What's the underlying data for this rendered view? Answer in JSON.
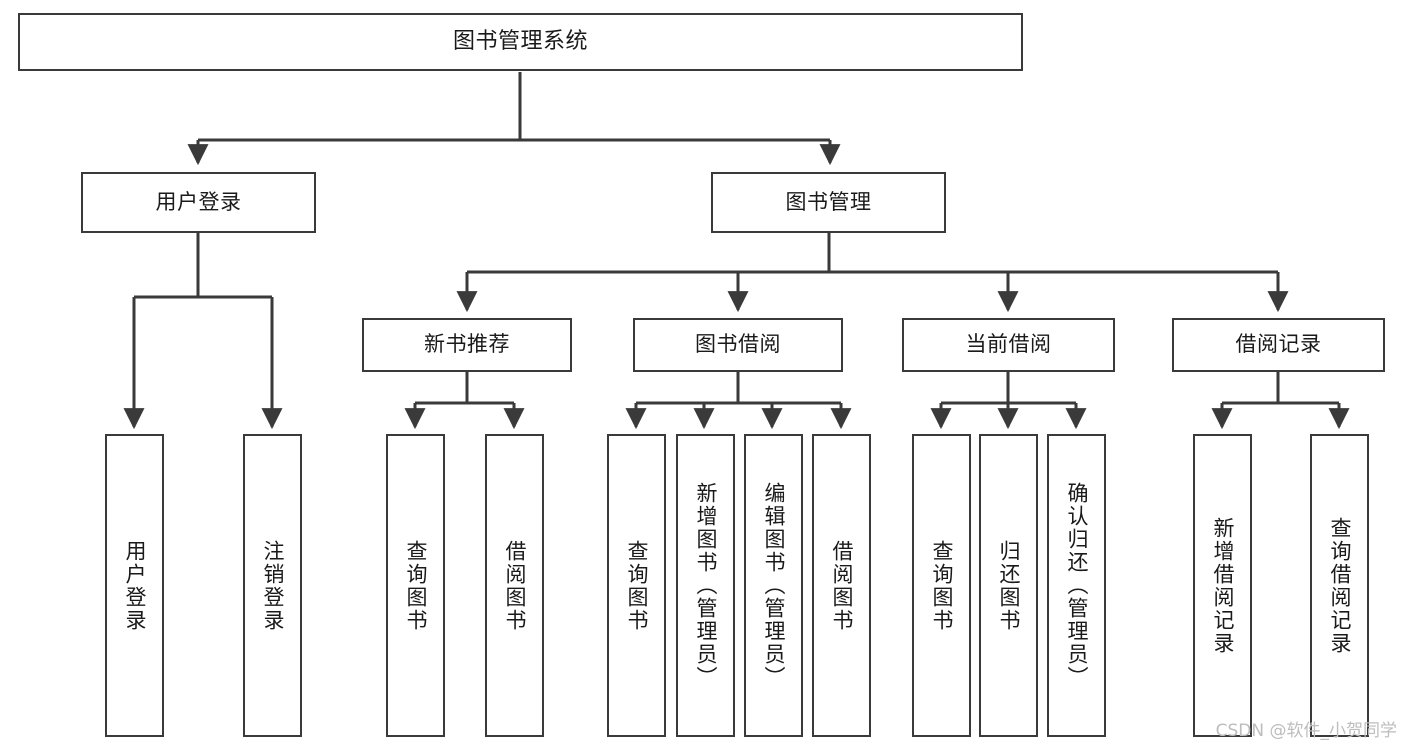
{
  "diagram": {
    "title": "图书管理系统",
    "type": "tree",
    "watermark": "CSDN @软件_小贺同学",
    "colors": {
      "border": "#3a3a3a",
      "fill": "#ffffff",
      "text": "#1a1a1a",
      "edge": "#3a3a3a",
      "watermark": "#bdbdbd",
      "background": "#ffffff"
    },
    "levels": {
      "level0": [
        {
          "id": "root",
          "label": "图书管理系统"
        }
      ],
      "level1": [
        {
          "id": "user-login",
          "label": "用户登录"
        },
        {
          "id": "book-manage",
          "label": "图书管理"
        }
      ],
      "level2": [
        {
          "id": "new-book-rec",
          "label": "新书推荐"
        },
        {
          "id": "book-borrow",
          "label": "图书借阅"
        },
        {
          "id": "current-borrow",
          "label": "当前借阅"
        },
        {
          "id": "borrow-record",
          "label": "借阅记录"
        }
      ],
      "level3": [
        {
          "id": "leaf-user-login",
          "label": "用户登录",
          "parent": "user-login"
        },
        {
          "id": "leaf-logout-login",
          "label": "注销登录",
          "parent": "user-login"
        },
        {
          "id": "leaf-query-book-1",
          "label": "查询图书",
          "parent": "new-book-rec"
        },
        {
          "id": "leaf-borrow-book-1",
          "label": "借阅图书",
          "parent": "new-book-rec"
        },
        {
          "id": "leaf-query-book-2",
          "label": "查询图书",
          "parent": "book-borrow"
        },
        {
          "id": "leaf-add-book",
          "label": "新增图书（管理员）",
          "parent": "book-borrow"
        },
        {
          "id": "leaf-edit-book",
          "label": "编辑图书（管理员）",
          "parent": "book-borrow"
        },
        {
          "id": "leaf-borrow-book-2",
          "label": "借阅图书",
          "parent": "book-borrow"
        },
        {
          "id": "leaf-query-book-3",
          "label": "查询图书",
          "parent": "current-borrow"
        },
        {
          "id": "leaf-return-book",
          "label": "归还图书",
          "parent": "current-borrow"
        },
        {
          "id": "leaf-confirm-return",
          "label": "确认归还（管理员）",
          "parent": "current-borrow"
        },
        {
          "id": "leaf-add-record",
          "label": "新增借阅记录",
          "parent": "borrow-record"
        },
        {
          "id": "leaf-query-record",
          "label": "查询借阅记录",
          "parent": "borrow-record"
        }
      ]
    }
  }
}
